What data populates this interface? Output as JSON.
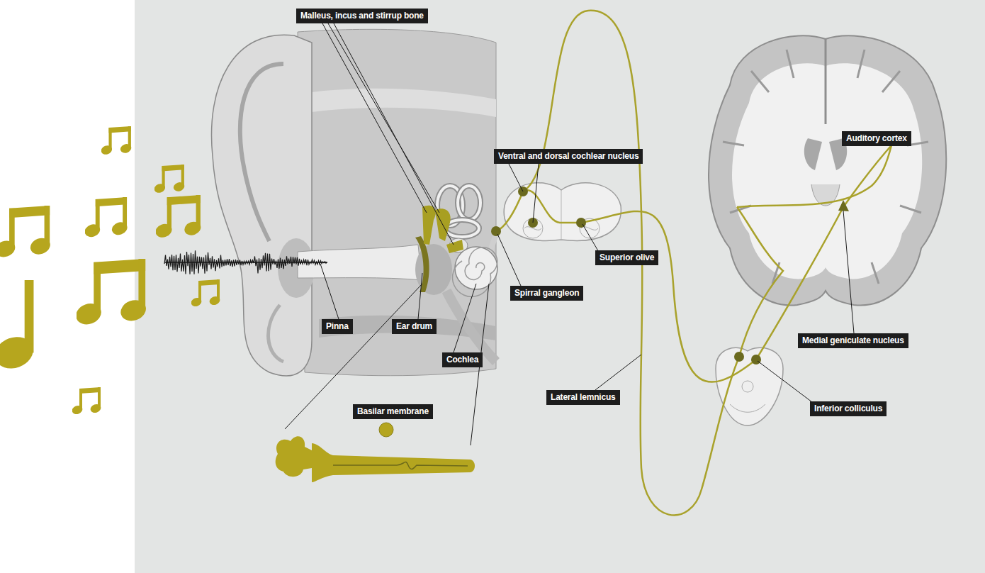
{
  "diagram": {
    "nodes": [
      {
        "text": [
          "Malleus, incus and stirrup bone"
        ]
      },
      {
        "text": [
          "Auditory cortex"
        ]
      },
      {
        "text": [
          "Ventral and dorsal cochlear nucleus"
        ]
      },
      {
        "text": [
          "Superior olive"
        ]
      },
      {
        "text": [
          "Spirral gangleon"
        ]
      },
      {
        "text": [
          "Pinna"
        ]
      },
      {
        "text": [
          "Ear drum"
        ]
      },
      {
        "text": [
          "Medial geniculate nucleus"
        ]
      },
      {
        "text": [
          "Cochlea"
        ]
      },
      {
        "text": [
          "Lateral lemnicus"
        ]
      },
      {
        "text": [
          "Inferior colliculus"
        ]
      },
      {
        "text": [
          "Basilar membrane"
        ]
      }
    ]
  }
}
